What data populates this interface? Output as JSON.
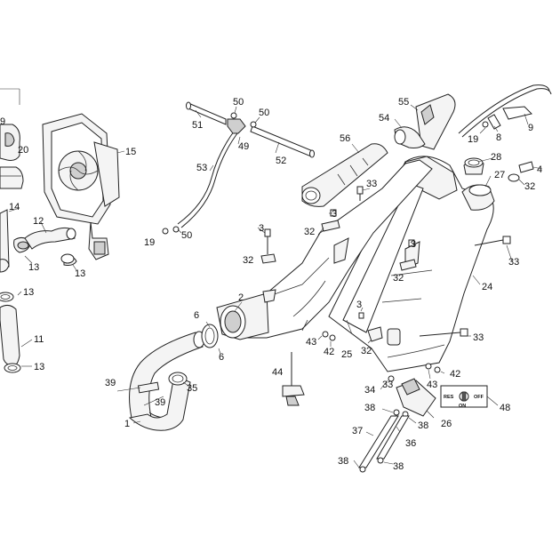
{
  "callouts": {
    "c1": "1",
    "c2": "2",
    "c3a": "3",
    "c3b": "3",
    "c3c": "3",
    "c3d": "3",
    "c4": "4",
    "c6a": "6",
    "c6b": "6",
    "c8": "8",
    "c9a": "9",
    "c9b": "9",
    "c11": "11",
    "c12": "12",
    "c13a": "13",
    "c13b": "13",
    "c13c": "13",
    "c13d": "13",
    "c14": "14",
    "c15": "15",
    "c19a": "19",
    "c19b": "19",
    "c20": "20",
    "c24": "24",
    "c25": "25",
    "c26": "26",
    "c27": "27",
    "c28": "28",
    "c32a": "32",
    "c32b": "32",
    "c32c": "32",
    "c32d": "32",
    "c32e": "32",
    "c33a": "33",
    "c33b": "33",
    "c33c": "33",
    "c33d": "33",
    "c34": "34",
    "c35": "35",
    "c36": "36",
    "c37": "37",
    "c38a": "38",
    "c38b": "38",
    "c38c": "38",
    "c38d": "38",
    "c39a": "39",
    "c39b": "39",
    "c42a": "42",
    "c42b": "42",
    "c43a": "43",
    "c43b": "43",
    "c44": "44",
    "c48": "48",
    "c49": "49",
    "c50a": "50",
    "c50b": "50",
    "c50c": "50",
    "c51": "51",
    "c52": "52",
    "c53": "53",
    "c54": "54",
    "c55": "55",
    "c56": "56"
  },
  "switch_labels": {
    "res": "RES",
    "off": "OFF",
    "on": "ON"
  }
}
